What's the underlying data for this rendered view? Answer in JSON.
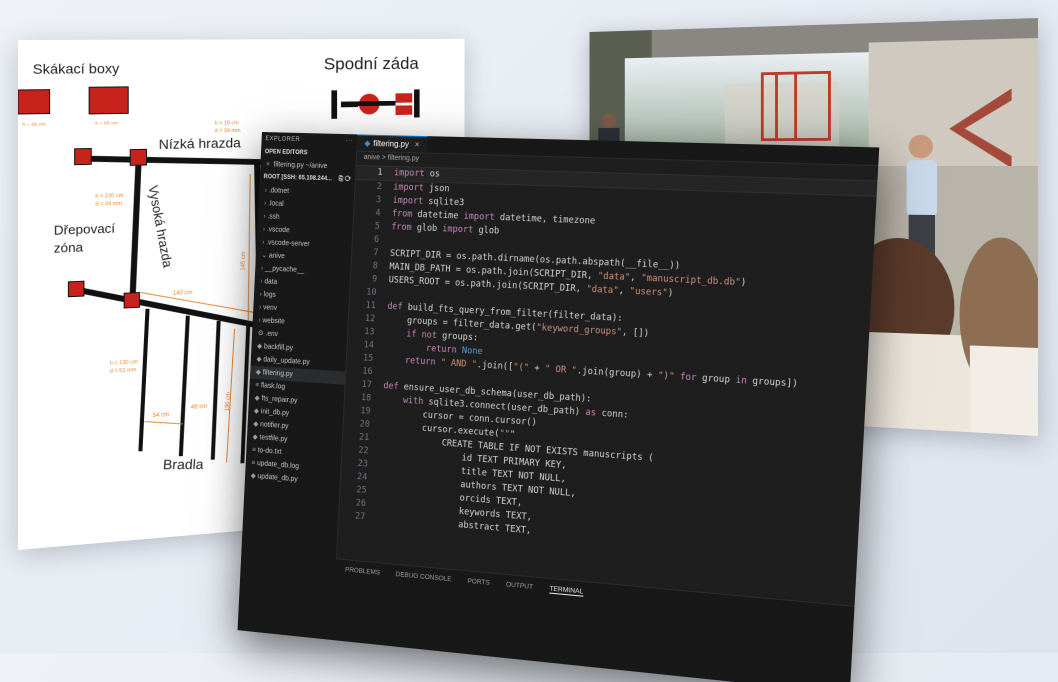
{
  "slide": {
    "title_left": "Skákací boxy",
    "title_right": "Spodní záda",
    "box_label_1": "h = 36 cm",
    "box_label_2": "h = 56 cm",
    "low_bar": "Nízká hrazda",
    "low_bar_dims_h": "h = 18 cm",
    "low_bar_dims_d": "d = 34 mm",
    "high_bar": "Vysoká hrazda",
    "high_bar_dims_h": "h = 220 cm",
    "high_bar_dims_d": "d = 34 mm",
    "squat_zone_1": "Dřepovací",
    "squat_zone_2": "zóna",
    "dim_145": "145 cm",
    "dim_140": "140 cm",
    "dim_190": "190 cm",
    "dim_54": "54 cm",
    "dim_48": "48 cm",
    "bars_dims_h": "h = 130 cm",
    "bars_dims_d": "d = 51 mm",
    "parallel_bars": "Bradla"
  },
  "explorer": {
    "header": "EXPLORER",
    "header_more": "···",
    "open_editors": "OPEN EDITORS",
    "open_file": "filtering.py ~/anive",
    "root": "ROOT [SSH: 65.108.244...",
    "items": [
      ".dotnet",
      ".local",
      ".ssh",
      ".vscode",
      ".vscode-server",
      "anive",
      "__pycache__",
      "data",
      "logs",
      "venv",
      "website",
      ".env",
      "backfill.py",
      "daily_update.py",
      "filtering.py",
      "flask.log",
      "fts_repair.py",
      "init_db.py",
      "notifier.py",
      "testfile.py",
      "to-do.txt",
      "update_db.log",
      "update_db.py"
    ]
  },
  "editor": {
    "tab": "filtering.py",
    "breadcrumb": "anive > filtering.py",
    "code": [
      "import os",
      "import json",
      "import sqlite3",
      "from datetime import datetime, timezone",
      "from glob import glob",
      "",
      "SCRIPT_DIR = os.path.dirname(os.path.abspath(__file__))",
      "MAIN_DB_PATH = os.path.join(SCRIPT_DIR, \"data\", \"manuscript_db.db\")",
      "USERS_ROOT = os.path.join(SCRIPT_DIR, \"data\", \"users\")",
      "",
      "def build_fts_query_from_filter(filter_data):",
      "    groups = filter_data.get(\"keyword_groups\", [])",
      "    if not groups:",
      "        return None",
      "    return \" AND \".join([\"(\" + \" OR \".join(group) + \")\" for group in groups])",
      "",
      "def ensure_user_db_schema(user_db_path):",
      "    with sqlite3.connect(user_db_path) as conn:",
      "        cursor = conn.cursor()",
      "        cursor.execute(\"\"\"",
      "            CREATE TABLE IF NOT EXISTS manuscripts (",
      "                id TEXT PRIMARY KEY,",
      "                title TEXT NOT NULL,",
      "                authors TEXT NOT NULL,",
      "                orcids TEXT,",
      "                keywords TEXT,",
      "                abstract TEXT,"
    ],
    "line_numbers": [
      "1",
      "2",
      "3",
      "4",
      "5",
      "6",
      "7",
      "8",
      "9",
      "10",
      "11",
      "12",
      "13",
      "14",
      "15",
      "16",
      "17",
      "18",
      "19",
      "20",
      "21",
      "22",
      "23",
      "24",
      "25",
      "26",
      "27"
    ]
  },
  "panel": {
    "tabs": [
      "PROBLEMS",
      "DEBUG CONSOLE",
      "PORTS",
      "OUTPUT",
      "TERMINAL"
    ],
    "active": "TERMINAL"
  },
  "colors": {
    "slide_red": "#c7231c",
    "orange_dim": "#e9852b",
    "vscode_bg": "#1e1e1e"
  }
}
